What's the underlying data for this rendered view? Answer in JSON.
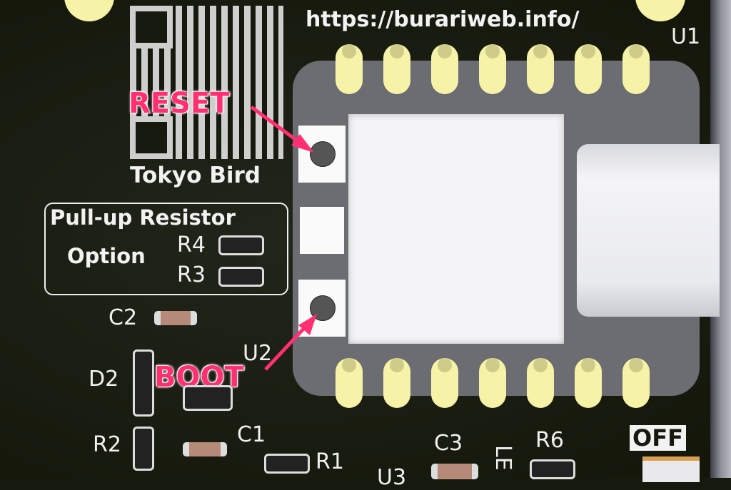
{
  "board": {
    "url": "https://burariweb.info/",
    "module_ref": "U1",
    "logo_caption": "Tokyo Bird",
    "option_box": {
      "title": "Pull-up Resistor",
      "subtitle": "Option",
      "resistors": [
        "R4",
        "R3"
      ]
    },
    "refs": {
      "c2": "C2",
      "d2": "D2",
      "u2": "U2",
      "r2": "R2",
      "c1": "C1",
      "r1": "R1",
      "c3": "C3",
      "led": "LE",
      "r6": "R6",
      "u3": "U3"
    },
    "switch_label": "OFF"
  },
  "annotations": {
    "reset": "RESET",
    "boot": "BOOT"
  },
  "colors": {
    "annotation": "#ff2f72",
    "pad": "#f6f3a8",
    "solder_mask": "#16190e"
  }
}
